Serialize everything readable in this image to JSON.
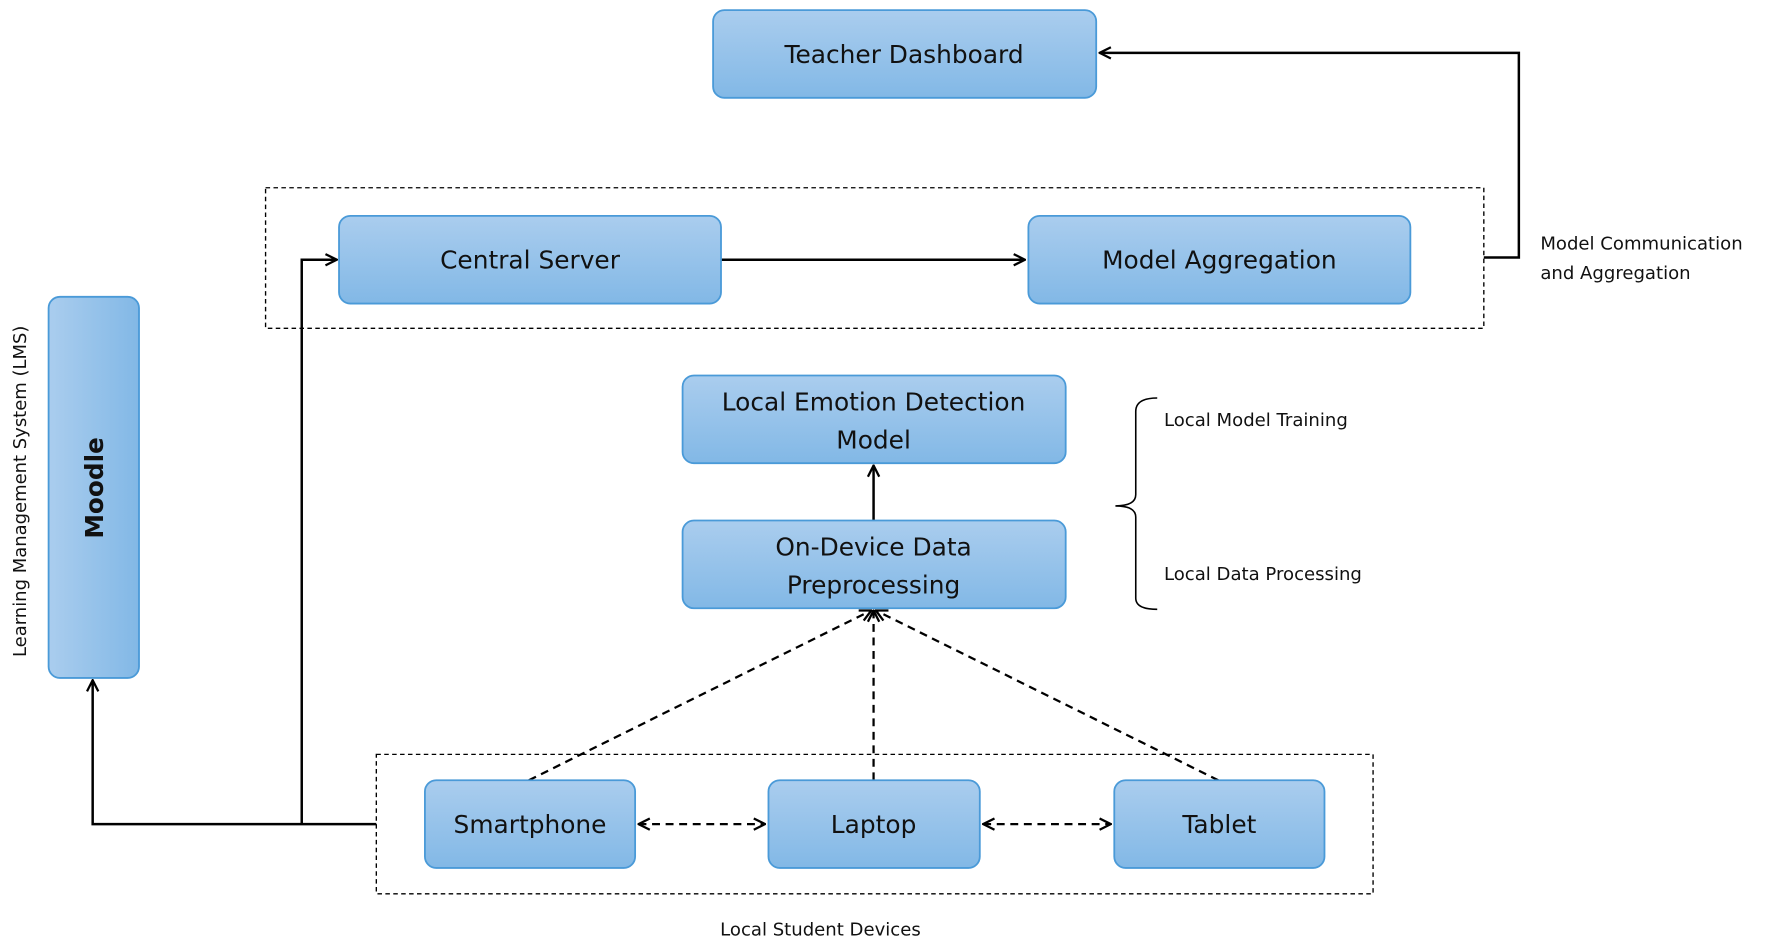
{
  "nodes": {
    "teacher_dashboard": "Teacher Dashboard",
    "central_server": "Central Server",
    "model_aggregation": "Model Aggregation",
    "moodle": "Moodle",
    "local_emotion_model": [
      "Local Emotion Detection",
      "Model"
    ],
    "on_device_preprocessing": [
      "On-Device Data",
      "Preprocessing"
    ],
    "smartphone": "Smartphone",
    "laptop": "Laptop",
    "tablet": "Tablet"
  },
  "annotations": {
    "lms": "Learning Management System (LMS)",
    "model_comm": [
      "Model Communication",
      "and Aggregation"
    ],
    "local_model_training": "Local Model Training",
    "local_data_processing": "Local Data Processing",
    "local_student_devices": "Local Student Devices"
  },
  "colors": {
    "box_top": "#aacdee",
    "box_bottom": "#82b8e6",
    "box_border": "#4a9ad8"
  }
}
